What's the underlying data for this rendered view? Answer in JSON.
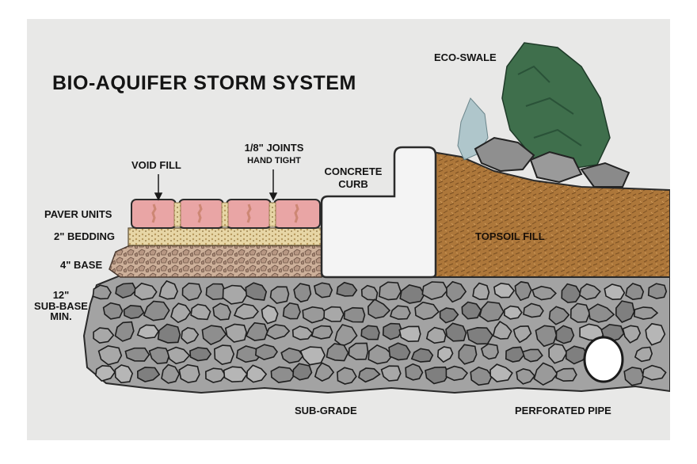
{
  "title": "BIO-AQUIFER STORM SYSTEM",
  "labels": {
    "eco_swale": "ECO-SWALE",
    "void_fill": "VOID FILL",
    "joints_line1": "1/8\" JOINTS",
    "joints_line2": "HAND TIGHT",
    "curb_line1": "CONCRETE",
    "curb_line2": "CURB",
    "paver_units": "PAVER UNITS",
    "bedding": "2\" BEDDING",
    "base": "4\" BASE",
    "subbase_line1": "12\"",
    "subbase_line2": "SUB-BASE",
    "subbase_line3": "MIN.",
    "topsoil_fill": "TOPSOIL FILL",
    "sub_grade": "SUB-GRADE",
    "perforated_pipe": "PERFORATED PIPE"
  },
  "icons": [
    "paver-icon",
    "rock-icon",
    "pipe-icon",
    "tree-icon",
    "arrow-icon"
  ],
  "colors": {
    "background": "#e8e8e7",
    "paver": "#e8a3a3",
    "bedding": "#e6d3a0",
    "base": "#c9a98f",
    "rock": "#9c9c9c",
    "topsoil": "#b07a3c",
    "concrete": "#f3f3f3",
    "foliage": "#3b6e4a"
  }
}
